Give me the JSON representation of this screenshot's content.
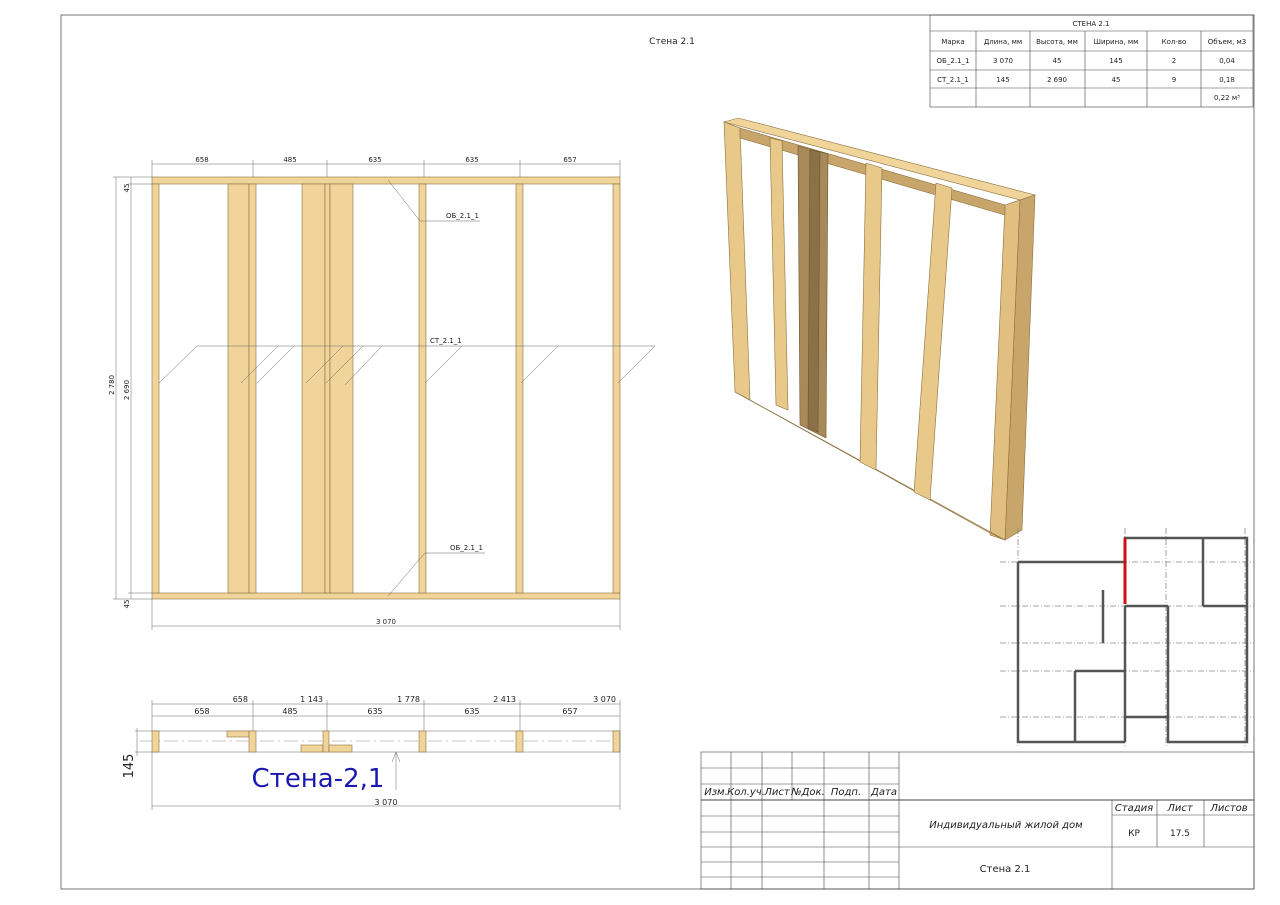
{
  "sheet_title": "Стена 2.1",
  "spec_table": {
    "title": "СТЕНА 2.1",
    "headers": [
      "Марка",
      "Длина, мм",
      "Высота, мм",
      "Ширина, мм",
      "Кол-во",
      "Объем, м3"
    ],
    "rows": [
      [
        "ОБ_2.1_1",
        "3 070",
        "45",
        "145",
        "2",
        "0,04"
      ],
      [
        "СТ_2.1_1",
        "145",
        "2 690",
        "45",
        "9",
        "0,18"
      ]
    ],
    "total": "0,22 м³"
  },
  "elevation": {
    "top_dims": [
      "658",
      "485",
      "635",
      "635",
      "657"
    ],
    "height_total": "2 780",
    "height_stud": "2 690",
    "plate_top": "45",
    "plate_bottom": "45",
    "width_total": "3 070",
    "labels": {
      "top_plate": "ОБ_2.1_1",
      "studs": "СТ_2.1_1",
      "bottom_plate": "ОБ_2.1_1"
    }
  },
  "plan_section": {
    "cumulative_dims": [
      "658",
      "1 143",
      "1 778",
      "2 413",
      "3 070"
    ],
    "segment_dims": [
      "658",
      "485",
      "635",
      "635",
      "657"
    ],
    "thickness": "145",
    "width_total": "3 070",
    "wall_label": "Стена-2,1"
  },
  "title_block": {
    "col_headers": [
      "Изм.",
      "Кол.уч.",
      "Лист",
      "№Док.",
      "Подп.",
      "Дата"
    ],
    "project": "Индивидуальный жилой дом",
    "stage_header": "Стадия",
    "sheet_header": "Лист",
    "sheets_header": "Листов",
    "stage": "КР",
    "sheet": "17.5",
    "sheets": "",
    "drawing_name": "Стена 2.1"
  },
  "colors": {
    "wood": "#f0d49a",
    "highlight": "#d01010",
    "label_blue": "#1a1ab0"
  }
}
